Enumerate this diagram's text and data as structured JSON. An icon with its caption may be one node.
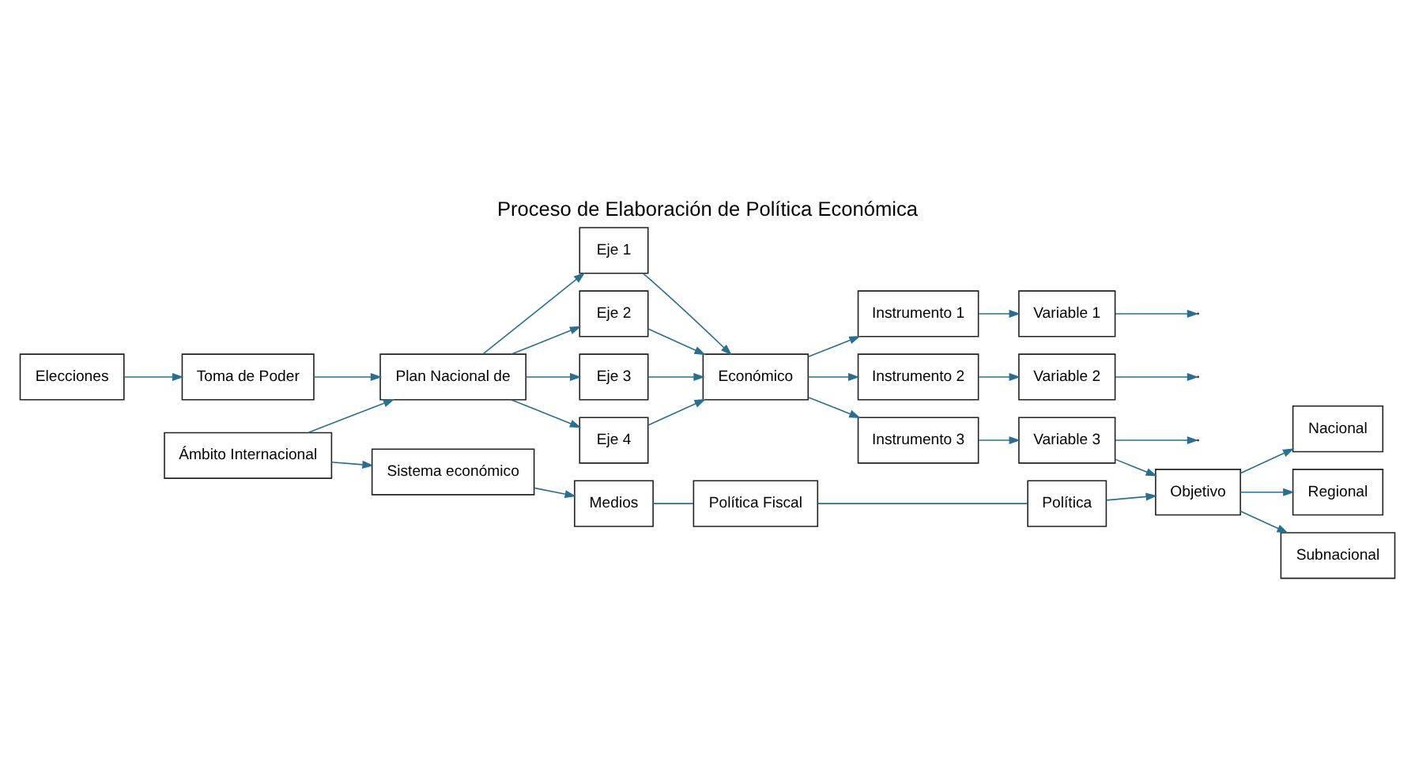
{
  "diagram": {
    "title": "Proceso de Elaboración de Política Económica",
    "nodes": [
      {
        "text": [
          "Elecciones"
        ]
      },
      {
        "text": [
          "Ámbito Internacional"
        ]
      },
      {
        "text": [
          "Toma de Poder"
        ]
      },
      {
        "text": [
          "Sistema económico"
        ]
      },
      {
        "text": [
          "Plan Nacional de"
        ]
      },
      {
        "text": [
          "Medios"
        ]
      },
      {
        "text": [
          "Eje 1"
        ]
      },
      {
        "text": [
          "Eje 2"
        ]
      },
      {
        "text": [
          "Eje 3"
        ]
      },
      {
        "text": [
          "Eje 4"
        ]
      },
      {
        "text": [
          "Económico"
        ]
      },
      {
        "text": [
          "Instrumento 1"
        ]
      },
      {
        "text": [
          "Instrumento 2"
        ]
      },
      {
        "text": [
          "Instrumento 3"
        ]
      },
      {
        "text": [
          "Variable 1"
        ]
      },
      {
        "text": [
          "Variable 2"
        ]
      },
      {
        "text": [
          "Variable 3"
        ]
      },
      {
        "text": [
          "Política Fiscal"
        ]
      },
      {
        "text": [
          "Política"
        ]
      },
      {
        "text": [
          "Objetivo"
        ]
      },
      {
        "text": [
          "Nacional"
        ]
      },
      {
        "text": [
          "Regional"
        ]
      },
      {
        "text": [
          "Subnacional"
        ]
      }
    ],
    "edges": [
      {
        "from": 0,
        "to": 2,
        "arrow": "to"
      },
      {
        "from": 1,
        "to": 4,
        "arrow": "to"
      },
      {
        "from": 1,
        "to": 3,
        "arrow": "to"
      },
      {
        "from": 2,
        "to": 4,
        "arrow": "to"
      },
      {
        "from": 3,
        "to": 5,
        "arrow": "to"
      },
      {
        "from": 4,
        "to": 6,
        "arrow": "to"
      },
      {
        "from": 4,
        "to": 7,
        "arrow": "to"
      },
      {
        "from": 4,
        "to": 8,
        "arrow": "to"
      },
      {
        "from": 4,
        "to": 9,
        "arrow": "to"
      },
      {
        "from": 6,
        "to": 10,
        "arrow": "to"
      },
      {
        "from": 7,
        "to": 10,
        "arrow": "to"
      },
      {
        "from": 8,
        "to": 10,
        "arrow": "to"
      },
      {
        "from": 9,
        "to": 10,
        "arrow": "to"
      },
      {
        "from": 10,
        "to": 11,
        "arrow": "to"
      },
      {
        "from": 10,
        "to": 12,
        "arrow": "to"
      },
      {
        "from": 10,
        "to": 13,
        "arrow": "to"
      },
      {
        "from": 11,
        "to": 14,
        "arrow": "to"
      },
      {
        "from": 12,
        "to": 15,
        "arrow": "to"
      },
      {
        "from": 13,
        "to": 16,
        "arrow": "to"
      },
      {
        "from": 14,
        "to": null,
        "arrow": "to"
      },
      {
        "from": 15,
        "to": null,
        "arrow": "to"
      },
      {
        "from": 16,
        "to": null,
        "arrow": "to"
      },
      {
        "from": 5,
        "to": 17,
        "arrow": "none"
      },
      {
        "from": 17,
        "to": 18,
        "arrow": "none"
      },
      {
        "from": 18,
        "to": 19,
        "arrow": "to"
      },
      {
        "from": 16,
        "to": 19,
        "arrow": "to"
      },
      {
        "from": 19,
        "to": 20,
        "arrow": "to"
      },
      {
        "from": 19,
        "to": 21,
        "arrow": "to"
      },
      {
        "from": 19,
        "to": 22,
        "arrow": "to"
      }
    ]
  }
}
